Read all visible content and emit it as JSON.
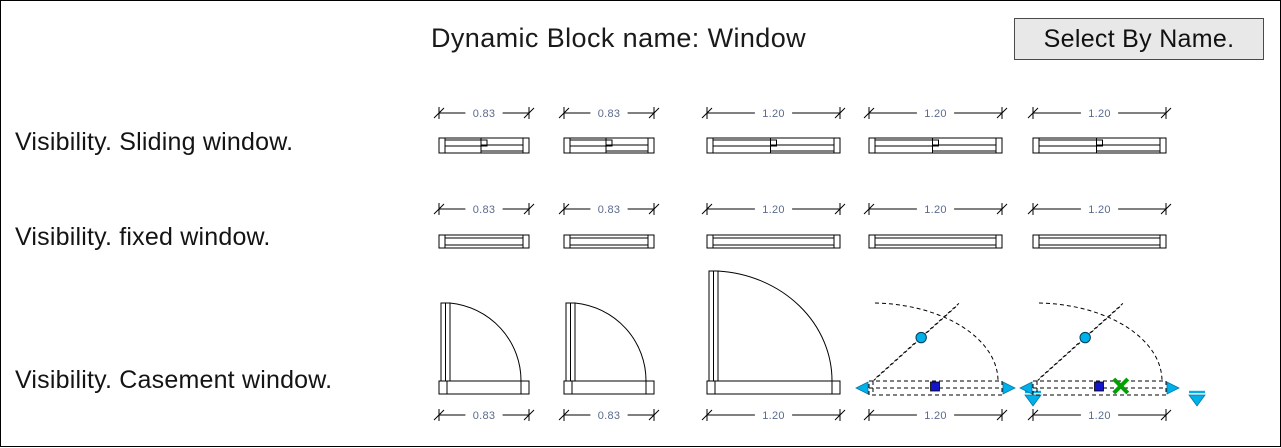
{
  "header": {
    "title": "Dynamic Block name: Window",
    "button_label": "Select By Name.",
    "button_bg": "#e8e8e8",
    "button_border": "#4a4a4a"
  },
  "colors": {
    "linework": "#000000",
    "dimension_text": "#5b6b8c",
    "grip_cyan": "#00b0e8",
    "grip_blue": "#1414c8",
    "marker_green": "#00a000",
    "background": "#ffffff"
  },
  "rows": [
    {
      "label": "Visibility. Sliding window.",
      "type": "sliding",
      "cells": [
        {
          "dimension": "0.83",
          "width": 90,
          "selected": false,
          "marker": false
        },
        {
          "dimension": "0.83",
          "width": 90,
          "selected": false,
          "marker": false
        },
        {
          "dimension": "1.20",
          "width": 133,
          "selected": false,
          "marker": false
        },
        {
          "dimension": "1.20",
          "width": 133,
          "selected": false,
          "marker": false
        },
        {
          "dimension": "1.20",
          "width": 133,
          "selected": false,
          "marker": false
        }
      ]
    },
    {
      "label": "Visibility. fixed window.",
      "type": "fixed",
      "cells": [
        {
          "dimension": "0.83",
          "width": 90,
          "selected": false,
          "marker": false
        },
        {
          "dimension": "0.83",
          "width": 90,
          "selected": false,
          "marker": false
        },
        {
          "dimension": "1.20",
          "width": 133,
          "selected": false,
          "marker": false
        },
        {
          "dimension": "1.20",
          "width": 133,
          "selected": false,
          "marker": false
        },
        {
          "dimension": "1.20",
          "width": 133,
          "selected": false,
          "marker": false
        }
      ]
    },
    {
      "label": "Visibility. Casement window.",
      "type": "casement",
      "cells": [
        {
          "dimension": "0.83",
          "width": 90,
          "selected": false,
          "marker": false
        },
        {
          "dimension": "0.83",
          "width": 90,
          "selected": false,
          "marker": false
        },
        {
          "dimension": "1.20",
          "width": 133,
          "selected": false,
          "marker": false
        },
        {
          "dimension": "1.20",
          "width": 133,
          "selected": true,
          "marker": false
        },
        {
          "dimension": "1.20",
          "width": 133,
          "selected": true,
          "marker": true
        }
      ]
    }
  ],
  "grips": {
    "rotation_grip": "circle-grip",
    "linear_grip": "square-grip",
    "stretch_grip_left": "arrow-grip-left",
    "stretch_grip_right": "arrow-grip-right",
    "lookup_grip": "triangle-lookup-grip",
    "alignment_marker": "green-x-marker"
  },
  "layout": {
    "column_x": [
      432,
      557,
      700,
      862,
      1026
    ],
    "row_top": [
      100,
      196,
      262
    ]
  }
}
